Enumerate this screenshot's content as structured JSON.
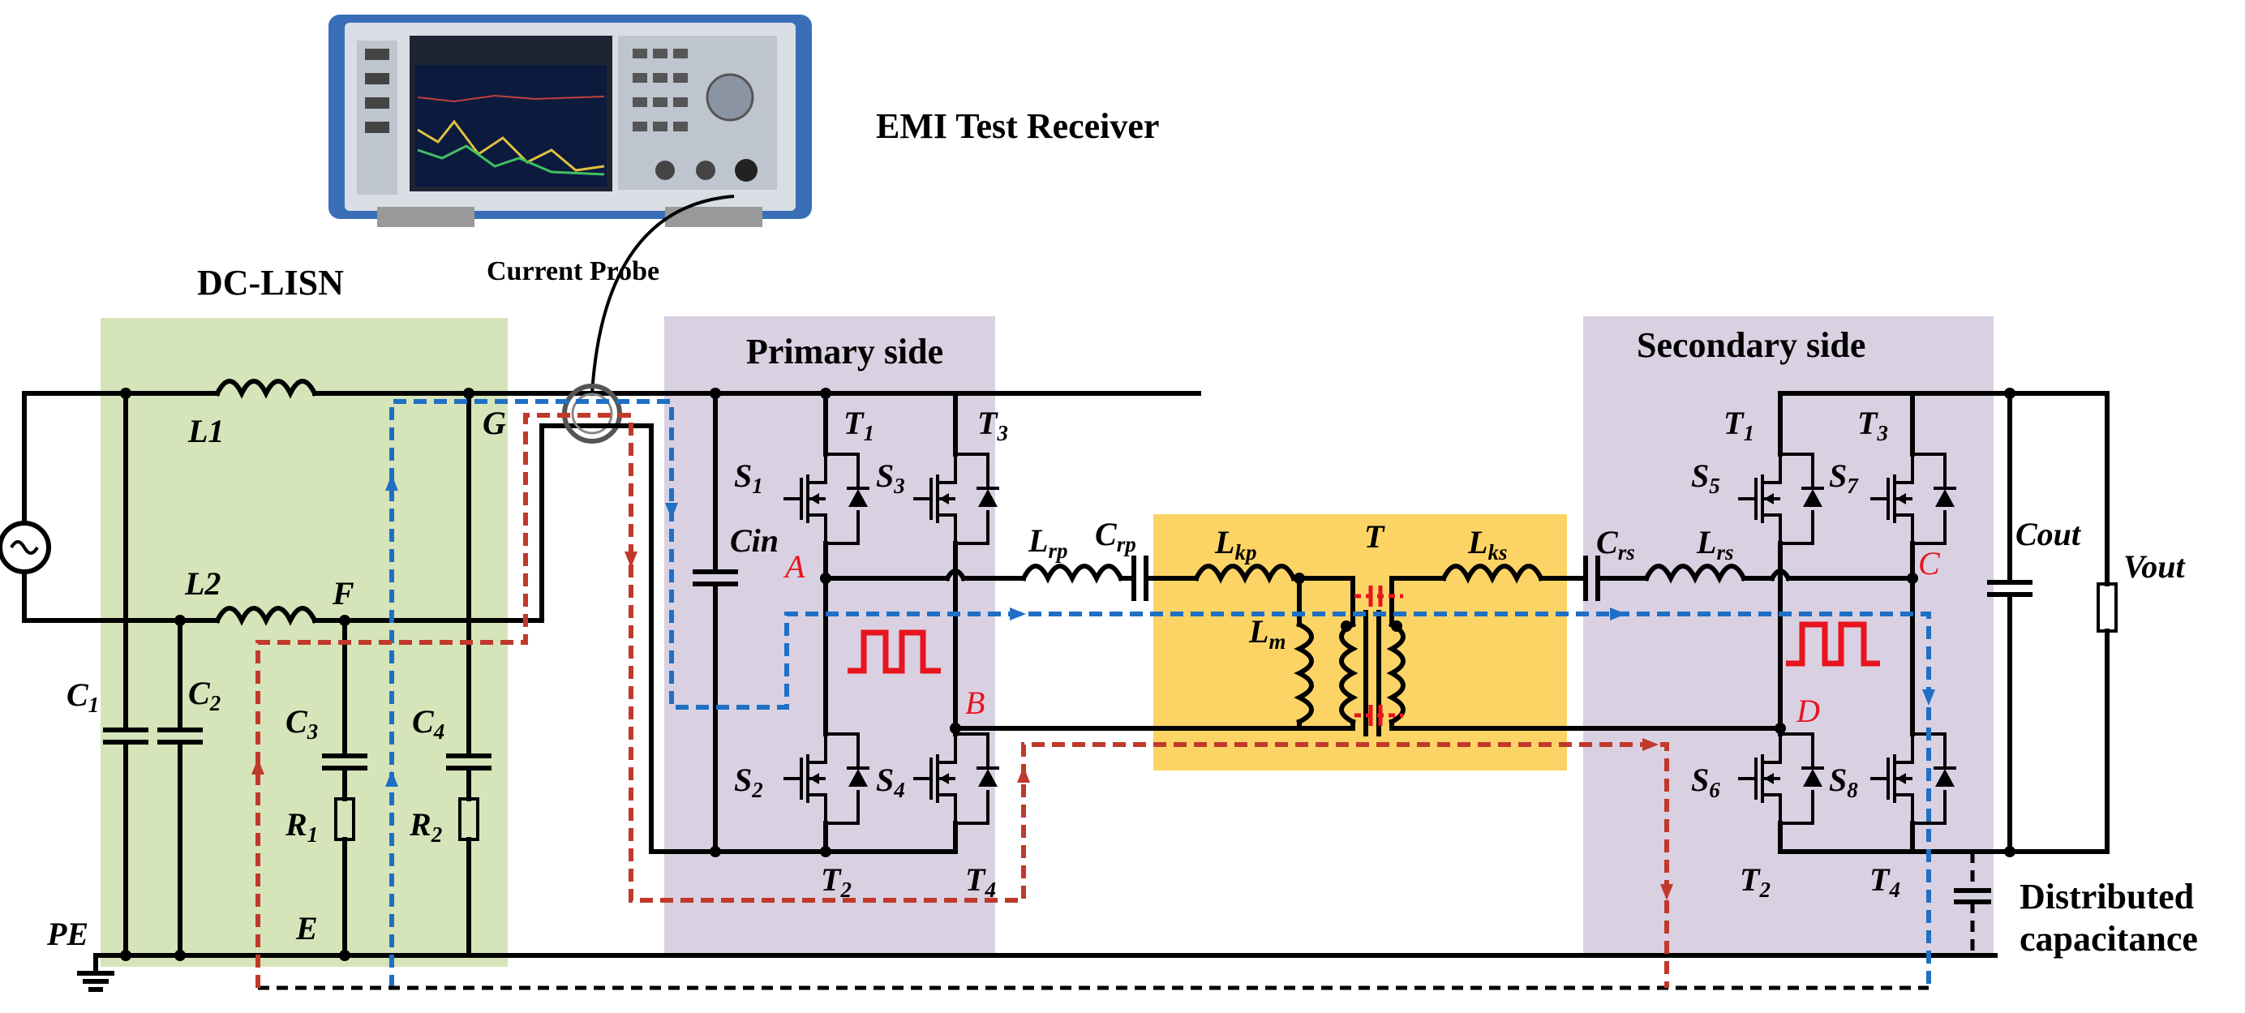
{
  "labels": {
    "receiver": "EMI Test Receiver",
    "lisn": "DC-LISN",
    "probe": "Current Probe",
    "primary": "Primary side",
    "secondary": "Secondary side",
    "distributed_1": "Distributed",
    "distributed_2": "capacitance",
    "vout": "Vout",
    "cout": "Cout",
    "cin": "Cin",
    "pe": "PE",
    "transformer": "T"
  },
  "components": {
    "L1": "L1",
    "L2": "L2",
    "C1": {
      "m": "C",
      "s": "1"
    },
    "C2": {
      "m": "C",
      "s": "2"
    },
    "C3": {
      "m": "C",
      "s": "3"
    },
    "C4": {
      "m": "C",
      "s": "4"
    },
    "R1": {
      "m": "R",
      "s": "1"
    },
    "R2": {
      "m": "R",
      "s": "2"
    },
    "Lrp": {
      "m": "L",
      "s": "rp"
    },
    "Crp": {
      "m": "C",
      "s": "rp"
    },
    "Lkp": {
      "m": "L",
      "s": "kp"
    },
    "Lks": {
      "m": "L",
      "s": "ks"
    },
    "Lm": {
      "m": "L",
      "s": "m"
    },
    "Crs": {
      "m": "C",
      "s": "rs"
    },
    "Lrs": {
      "m": "L",
      "s": "rs"
    }
  },
  "switches": {
    "S1": {
      "m": "S",
      "s": "1"
    },
    "S2": {
      "m": "S",
      "s": "2"
    },
    "S3": {
      "m": "S",
      "s": "3"
    },
    "S4": {
      "m": "S",
      "s": "4"
    },
    "S5": {
      "m": "S",
      "s": "5"
    },
    "S6": {
      "m": "S",
      "s": "6"
    },
    "S7": {
      "m": "S",
      "s": "7"
    },
    "S8": {
      "m": "S",
      "s": "8"
    },
    "T1": {
      "m": "T",
      "s": "1"
    },
    "T2": {
      "m": "T",
      "s": "2"
    },
    "T3": {
      "m": "T",
      "s": "3"
    },
    "T4": {
      "m": "T",
      "s": "4"
    }
  },
  "nodes": {
    "A": "A",
    "B": "B",
    "C": "C",
    "D": "D",
    "E": "E",
    "F": "F",
    "G": "G"
  },
  "colors": {
    "lisn_bg": "#d6e4b9",
    "side_bg": "#d9d1e2",
    "tank_bg": "#fcd465",
    "cm_path": "#1f6fc4",
    "dm_path": "#c0392b",
    "node_label": "#e8141e"
  }
}
